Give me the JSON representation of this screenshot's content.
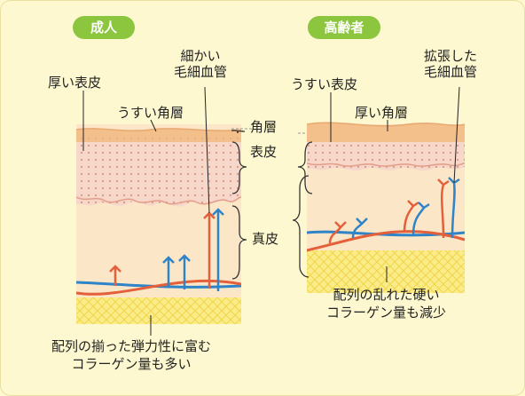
{
  "badges": {
    "adult": "成人",
    "elderly": "高齢者"
  },
  "labels": {
    "capillary": "細かい\n毛細血管",
    "thick_epidermis": "厚い表皮",
    "thin_stratum_corneum": "うすい角層",
    "stratum_corneum": "角層",
    "epidermis": "表皮",
    "dermis": "真皮",
    "adult_collagen": "配列の揃った弾力性に富む\nコラーゲン量も多い",
    "thin_epidermis": "うすい表皮",
    "thick_stratum_corneum": "厚い角層",
    "dilated_capillary": "拡張した\n毛細血管",
    "elderly_collagen": "配列の乱れた硬い\nコラーゲン量も減少"
  },
  "colors": {
    "background": "#fdf8cf",
    "badge": "#8cc63f",
    "stratum_corneum": "#f3c08c",
    "epidermis": "#f6d7c9",
    "dermis": "#fbe6c8",
    "collagen": "#fbec8a",
    "artery": "#e4603a",
    "vein": "#2f84c8"
  }
}
